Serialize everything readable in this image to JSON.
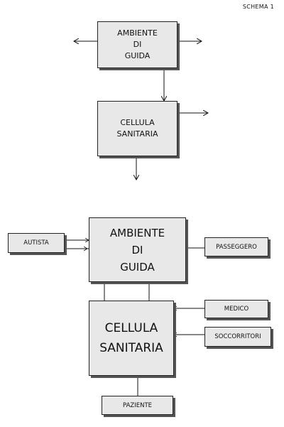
{
  "schema_label": "SCHEMA 1",
  "top_diagram": {
    "ambiente": "AMBIENTE\nDI\nGUIDA",
    "cellula": "CELLULA\nSANITARIA"
  },
  "bottom_diagram": {
    "ambiente": "AMBIENTE\nDI\nGUIDA",
    "cellula": "CELLULA\nSANITARIA",
    "autista": "AUTISTA",
    "passeggero": "PASSEGGERO",
    "medico": "MEDICO",
    "soccorritori": "SOCCORRITORI",
    "paziente": "PAZIENTE"
  }
}
